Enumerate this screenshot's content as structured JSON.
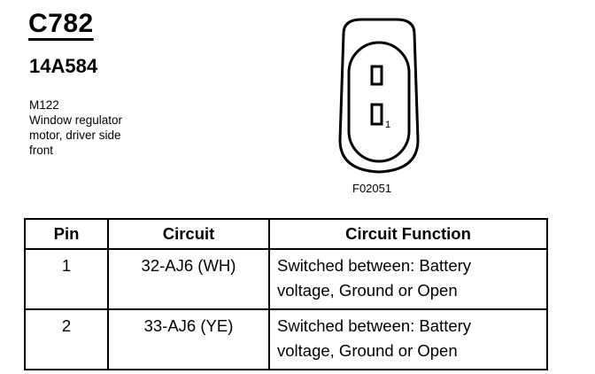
{
  "connector_id": "C782",
  "part_number": "14A584",
  "component": {
    "code": "M122",
    "description_lines": [
      "Window regulator",
      "motor, driver side",
      "front"
    ]
  },
  "figure": {
    "id": "F02051",
    "pin_marker": "1"
  },
  "table": {
    "headers": [
      "Pin",
      "Circuit",
      "Circuit Function"
    ],
    "rows": [
      {
        "pin": "1",
        "circuit": "32-AJ6 (WH)",
        "function_lines": [
          "Switched between: Battery",
          "voltage, Ground or Open"
        ]
      },
      {
        "pin": "2",
        "circuit": "33-AJ6 (YE)",
        "function_lines": [
          "Switched between: Battery",
          "voltage, Ground or Open"
        ]
      }
    ]
  }
}
